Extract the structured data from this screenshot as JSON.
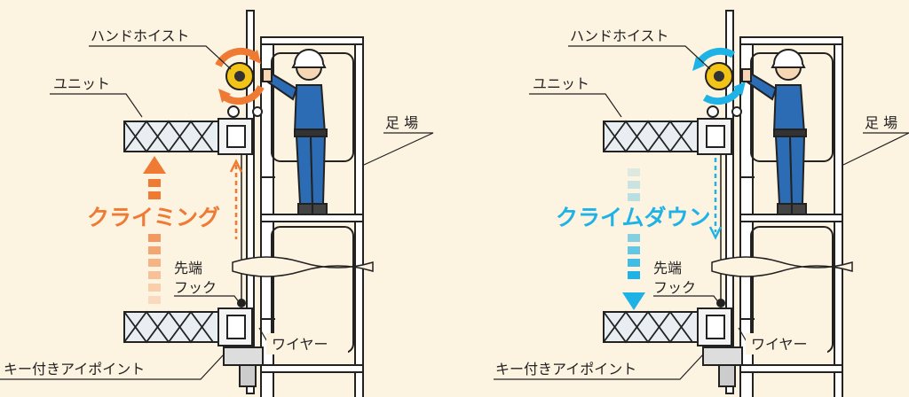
{
  "colors": {
    "background": "#fdf3e1",
    "climb_accent": "#ee7a34",
    "down_accent": "#1fb2e6",
    "worker": "#2b6cb5",
    "outline": "#222222"
  },
  "panels": [
    {
      "id": "climbing",
      "direction": "up",
      "labels": {
        "hoist": "ハンドホイスト",
        "unit": "ユニット",
        "scaffold": "足 場",
        "motion": "クライミング",
        "hook_line1": "先端",
        "hook_line2": "フック",
        "wire": "ワイヤー",
        "eyepoint": "キー付きアイポイント"
      }
    },
    {
      "id": "climb-down",
      "direction": "down",
      "labels": {
        "hoist": "ハンドホイスト",
        "unit": "ユニット",
        "scaffold": "足 場",
        "motion": "クライムダウン",
        "hook_line1": "先端",
        "hook_line2": "フック",
        "wire": "ワイヤー",
        "eyepoint": "キー付きアイポイント"
      }
    }
  ]
}
